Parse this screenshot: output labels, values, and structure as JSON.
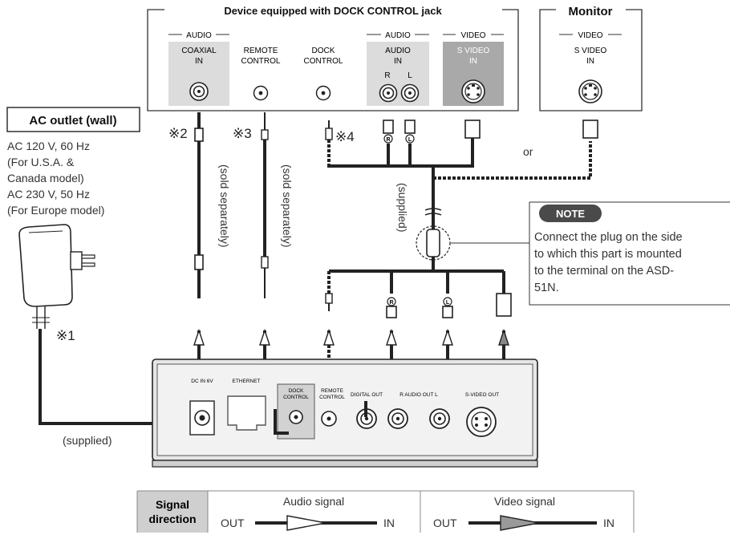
{
  "device_box": {
    "title": "Device equipped with DOCK CONTROL jack",
    "audio_group1": "AUDIO",
    "coaxial": [
      "COAXIAL",
      "IN"
    ],
    "remote": [
      "REMOTE",
      "CONTROL"
    ],
    "dock": [
      "DOCK",
      "CONTROL"
    ],
    "audio_group2": "AUDIO",
    "audio_in": [
      "AUDIO",
      "IN"
    ],
    "r": "R",
    "l": "L",
    "video_group": "VIDEO",
    "svideo_in": [
      "S VIDEO",
      "IN"
    ]
  },
  "monitor_box": {
    "title": "Monitor",
    "video_group": "VIDEO",
    "svideo_in": [
      "S VIDEO",
      "IN"
    ]
  },
  "ac_outlet": {
    "title": "AC outlet (wall)",
    "lines": [
      "AC 120 V, 60 Hz",
      "(For U.S.A. &",
      "Canada model)",
      "AC 230 V, 50 Hz",
      "(For Europe model)"
    ]
  },
  "markers": {
    "m1": "※1",
    "m2": "※2",
    "m3": "※3",
    "m4": "※4"
  },
  "or_label": "or",
  "cable_labels": {
    "sold1": "(sold separately)",
    "sold2": "(sold separately)",
    "supplied_vertical": "(supplied)",
    "supplied_adapter": "(supplied)"
  },
  "note": {
    "badge": "NOTE",
    "lines": [
      "Connect the plug on the side",
      "to which this part is mounted",
      "to the terminal on the ASD-",
      "51N."
    ]
  },
  "rear_panel": {
    "dc_in": "DC IN 6V",
    "ethernet": "ETHERNET",
    "dock_control": [
      "DOCK",
      "CONTROL"
    ],
    "remote_control": [
      "REMOTE",
      "CONTROL"
    ],
    "digital_out": "DIGITAL OUT",
    "audio_out": "R AUDIO OUT L",
    "svideo_out": "S-VIDEO OUT"
  },
  "legend": {
    "header": [
      "Signal",
      "direction"
    ],
    "audio_title": "Audio signal",
    "video_title": "Video signal",
    "out": "OUT",
    "in": "IN"
  }
}
